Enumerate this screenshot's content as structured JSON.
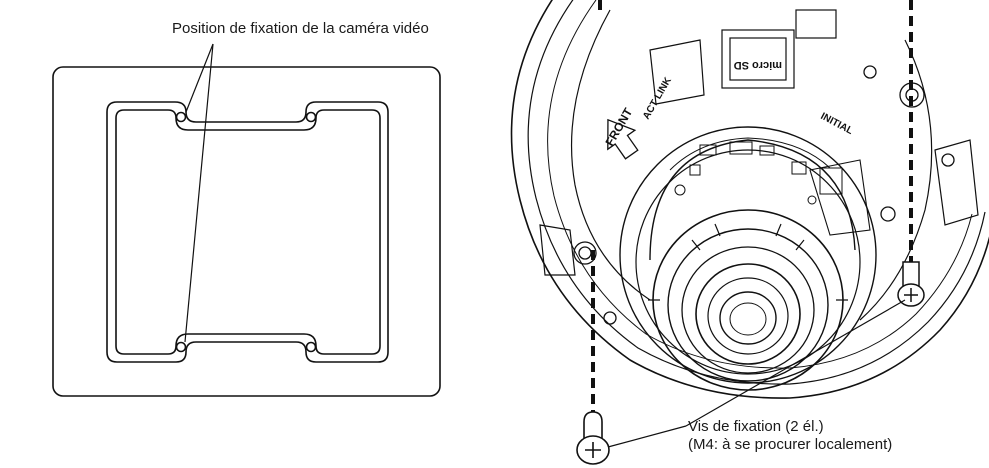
{
  "callouts": {
    "mount_position": "Position de fixation de la caméra vidéo",
    "screws_line1": "Vis de fixation (2 él.)",
    "screws_line2": "(M4: à se procurer localement)"
  },
  "engraved": {
    "front": "FRONT",
    "act_link": "ACT LINK",
    "initial": "INITIAL",
    "sd": "micro SD"
  },
  "colors": {
    "line": "#111111",
    "background": "#ffffff",
    "panel_fill": "#ffffff"
  }
}
